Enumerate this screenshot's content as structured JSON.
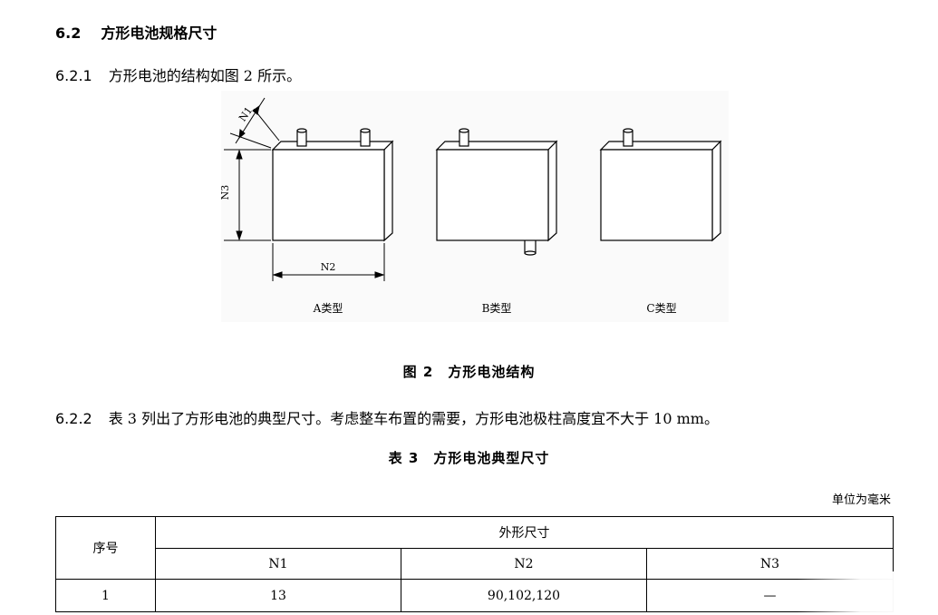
{
  "section": {
    "number": "6.2",
    "title": "方形电池规格尺寸"
  },
  "clause_1": {
    "number": "6.2.1",
    "text": "方形电池的结构如图 2 所示。"
  },
  "figure": {
    "dimension_labels": {
      "n1": "N1",
      "n2": "N2",
      "n3": "N3"
    },
    "types": [
      "A类型",
      "B类型",
      "C类型"
    ],
    "caption": "图 2　方形电池结构"
  },
  "clause_2": {
    "number": "6.2.2",
    "text": "表 3 列出了方形电池的典型尺寸。考虑整车布置的需要，方形电池极柱高度宜不大于 10 mm。"
  },
  "table": {
    "caption": "表 3　方形电池典型尺寸",
    "unit": "单位为毫米",
    "header_index": "序号",
    "header_group": "外形尺寸",
    "columns": [
      "N1",
      "N2",
      "N3"
    ],
    "rows": [
      {
        "index": "1",
        "n1": "13",
        "n2": "90,102,120",
        "n3": "—"
      }
    ]
  }
}
